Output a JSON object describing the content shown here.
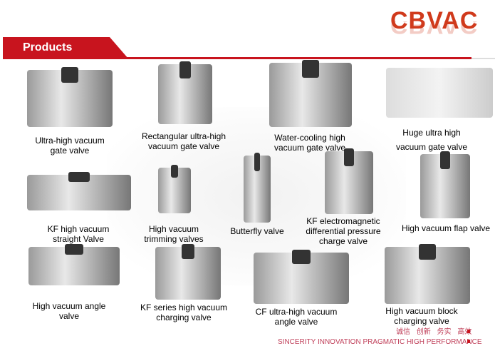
{
  "header": {
    "logo_text": "CBVAC",
    "section_title": "Products",
    "brand_color": "#c8141e"
  },
  "products": [
    {
      "label_lines": [
        "Ultra-high vacuum",
        "gate valve"
      ]
    },
    {
      "label_lines": [
        "Rectangular ultra-high",
        "vacuum gate valve"
      ]
    },
    {
      "label_lines": [
        "Water-cooling high",
        "vacuum gate valve"
      ]
    },
    {
      "label_lines": [
        "Huge ultra high",
        "vacuum gate valve"
      ]
    },
    {
      "label_lines": [
        "KF high vacuum",
        "straight Valve"
      ]
    },
    {
      "label_lines": [
        "High vacuum",
        "trimming valves"
      ]
    },
    {
      "label_lines": [
        "Butterfly valve"
      ]
    },
    {
      "label_lines": [
        "KF electromagnetic",
        "differential pressure",
        "charge valve"
      ]
    },
    {
      "label_lines": [
        "High vacuum flap valve"
      ]
    },
    {
      "label_lines": [
        "High vacuum angle",
        "valve"
      ]
    },
    {
      "label_lines": [
        "KF series high vacuum",
        "charging valve"
      ]
    },
    {
      "label_lines": [
        "CF ultra-high vacuum",
        "angle valve"
      ]
    },
    {
      "label_lines": [
        "High vacuum block",
        "charging valve"
      ]
    }
  ],
  "footer": {
    "slogan_cn": "诚信 创新 务实 高效",
    "slogan_en": "SINCERITY  INNOVATION  PRAGMATIC  HIGH PERFORMANCE"
  }
}
